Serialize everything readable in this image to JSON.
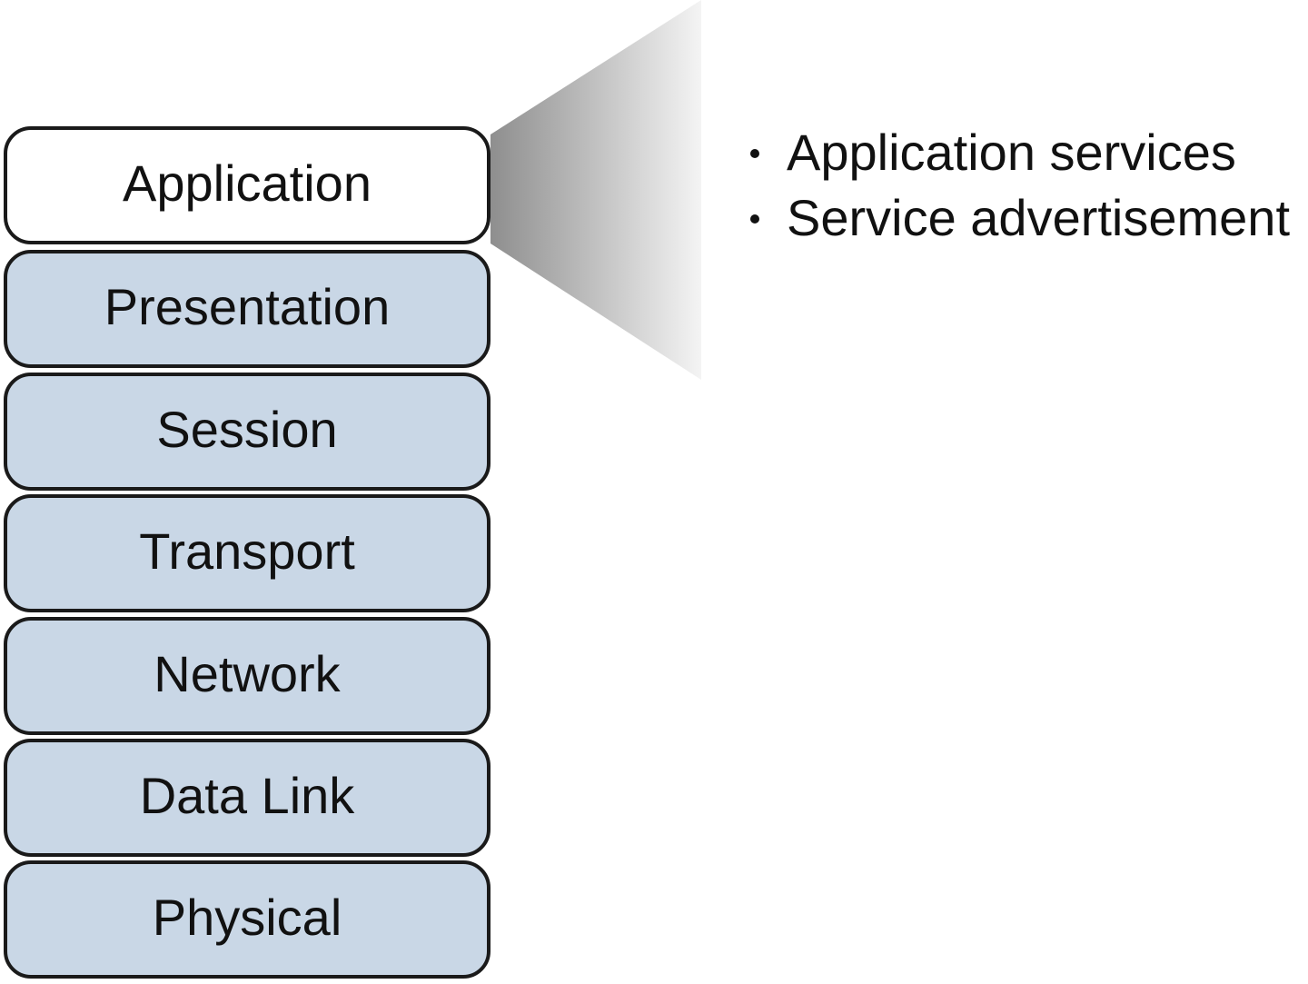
{
  "layers": [
    {
      "label": "Application",
      "highlighted": true
    },
    {
      "label": "Presentation",
      "highlighted": false
    },
    {
      "label": "Session",
      "highlighted": false
    },
    {
      "label": "Transport",
      "highlighted": false
    },
    {
      "label": "Network",
      "highlighted": false
    },
    {
      "label": "Data Link",
      "highlighted": false
    },
    {
      "label": "Physical",
      "highlighted": false
    }
  ],
  "callout": {
    "items": [
      "Application services",
      "Service advertisement"
    ]
  },
  "colors": {
    "layer_fill": "#c9d7e6",
    "highlight_fill": "#ffffff",
    "outline": "#1a1a1a",
    "callout_gradient_start": "#8e8e8e",
    "callout_gradient_end": "#f4f4f4"
  }
}
